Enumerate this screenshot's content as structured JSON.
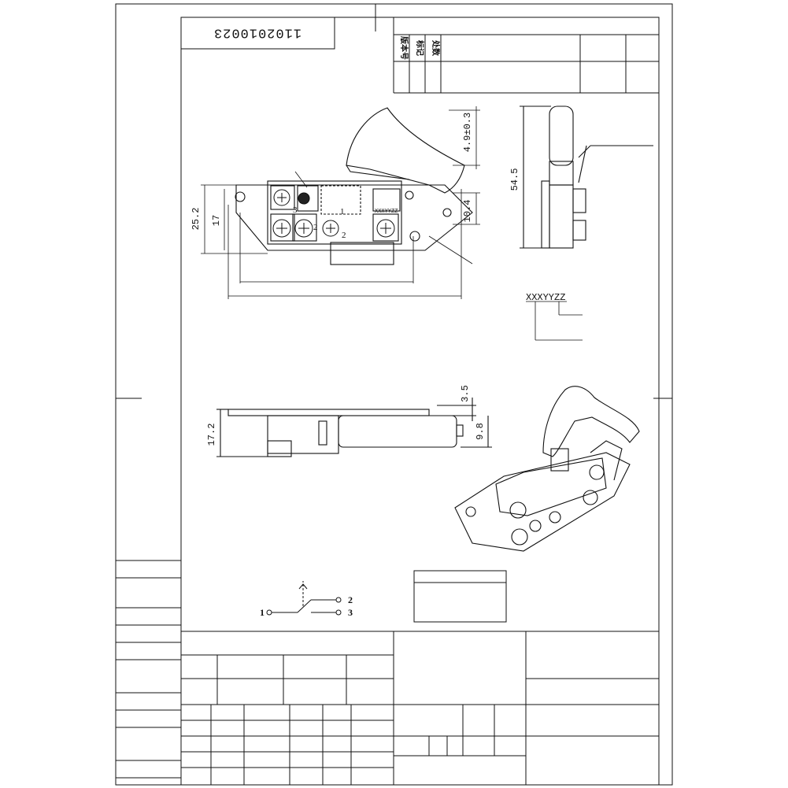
{
  "drawing_number": "1102010023",
  "revision_block": {
    "col1": "版本号",
    "col2": "标记",
    "col3": "处数"
  },
  "dimensions": {
    "front_width_height": "25.2",
    "front_inner_height": "17",
    "trigger_travel": "4.9±0.3",
    "pivot_height": "10.4",
    "side_height": "54.5",
    "bottom_height": "17.2",
    "bottom_top_offset": "3.5",
    "bottom_button_height": "9.8"
  },
  "marking": {
    "code": "XXXYYZZ",
    "front_marking": "XXXYYZZ"
  },
  "terminals": {
    "front_labels": [
      "3",
      "2",
      "1",
      "2"
    ],
    "schematic_labels": [
      "1",
      "2",
      "3"
    ]
  }
}
